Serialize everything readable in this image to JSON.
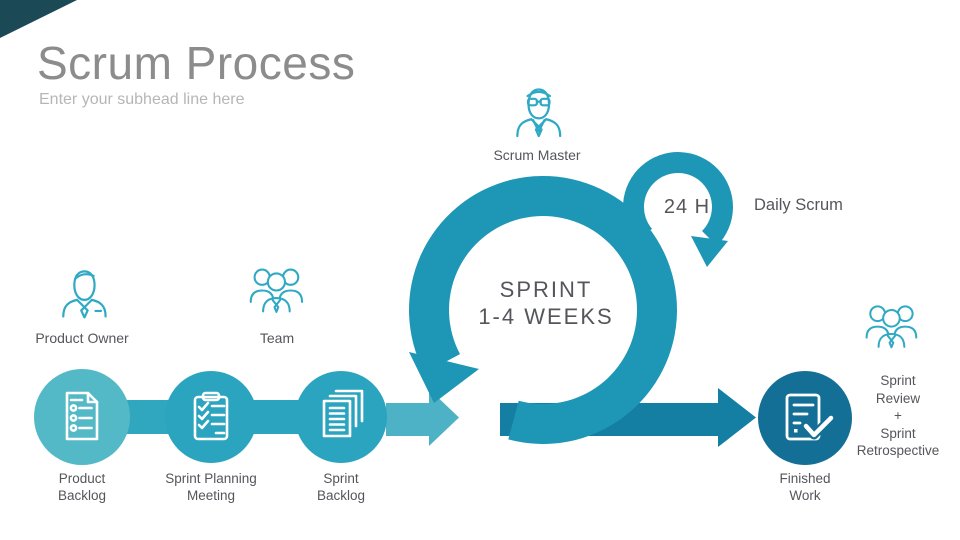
{
  "slide": {
    "title": "Scrum Process",
    "subtitle": "Enter your subhead line here"
  },
  "colors": {
    "loop_teal": "#1E96B5",
    "exit_band_blue": "#147FA2",
    "entry_arrow_teal": "#4EB2C6",
    "connector_teal": "#2FA6BF",
    "circle_product_backlog": "#54B9C7",
    "circle_mid_teal": "#2BA4BF",
    "circle_finished_blue": "#136F96",
    "outline_icon_teal": "#2FA9C4",
    "corner_accent": "#1C4956",
    "title_text": "#8C8C8C",
    "subtitle_text": "#B6B6B6",
    "label_text": "#54565B"
  },
  "diagram": {
    "scrum_master_label": "Scrum Master",
    "product_owner_label": "Product Owner",
    "team_label": "Team",
    "sprint_loop": {
      "line1": "SPRINT",
      "line2": "1-4 WEEKS"
    },
    "daily_loop": {
      "duration": "24 H",
      "label": "Daily Scrum"
    },
    "steps": [
      {
        "line1": "Product",
        "line2": "Backlog"
      },
      {
        "line1": "Sprint Planning",
        "line2": "Meeting"
      },
      {
        "line1": "Sprint",
        "line2": "Backlog"
      }
    ],
    "finished_work": {
      "line1": "Finished",
      "line2": "Work"
    },
    "review": {
      "lines": [
        "Sprint",
        "Review",
        "+",
        "Sprint",
        "Retrospective"
      ]
    }
  }
}
